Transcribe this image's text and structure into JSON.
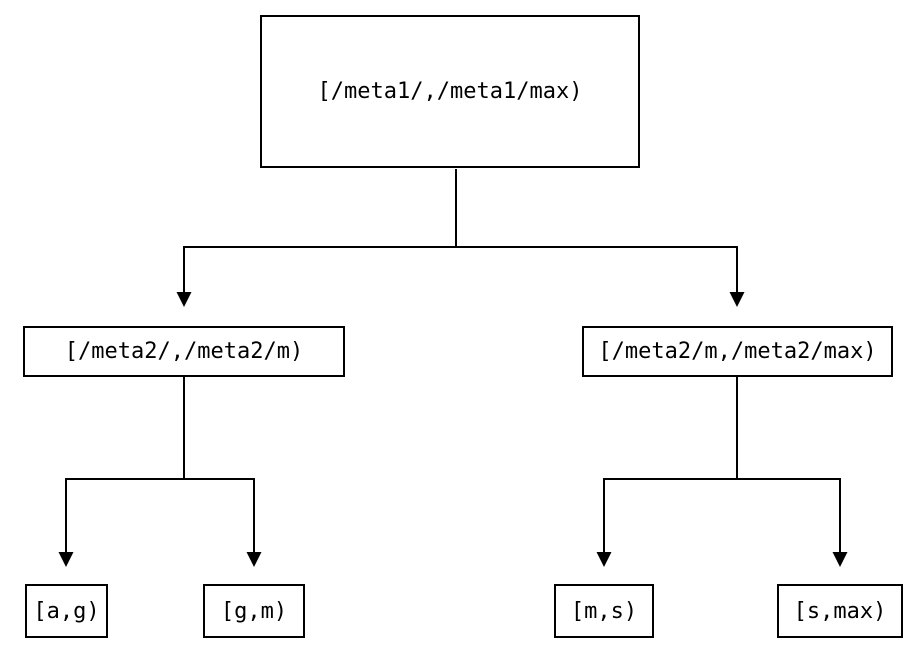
{
  "diagram": {
    "type": "tree",
    "root": {
      "label": "[/meta1/,/meta1/max)"
    },
    "children": [
      {
        "label": "[/meta2/,/meta2/m)"
      },
      {
        "label": "[/meta2/m,/meta2/max)"
      }
    ],
    "leaves": [
      {
        "label": "[a,g)"
      },
      {
        "label": "[g,m)"
      },
      {
        "label": "[m,s)"
      },
      {
        "label": "[s,max)"
      }
    ],
    "edges": [
      {
        "from": "root",
        "to": "children.0"
      },
      {
        "from": "root",
        "to": "children.1"
      },
      {
        "from": "children.0",
        "to": "leaves.0"
      },
      {
        "from": "children.0",
        "to": "leaves.1"
      },
      {
        "from": "children.1",
        "to": "leaves.2"
      },
      {
        "from": "children.1",
        "to": "leaves.3"
      }
    ]
  },
  "colors": {
    "background": "#ffffff",
    "line": "#000000",
    "box_border": "#000000",
    "text": "#000000"
  }
}
